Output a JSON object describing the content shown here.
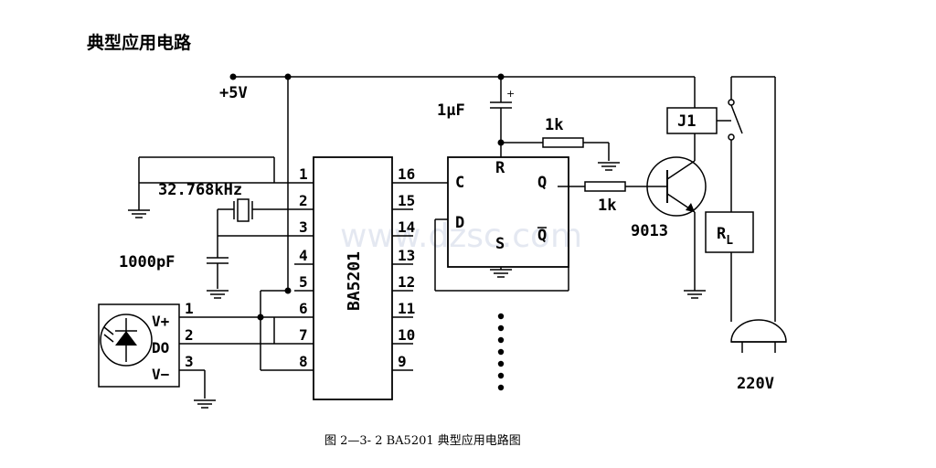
{
  "title": "典型应用电路",
  "caption": "图 2—3- 2   BA5201 典型应用电路图",
  "watermark": "www.dzsc.com",
  "supply": {
    "label": "+5V"
  },
  "ic": {
    "name": "BA5201",
    "left_pins": [
      "1",
      "2",
      "3",
      "4",
      "5",
      "6",
      "7",
      "8"
    ],
    "right_pins": [
      "16",
      "15",
      "14",
      "13",
      "12",
      "11",
      "10",
      "9"
    ]
  },
  "crystal": {
    "label": "32.768kHz"
  },
  "cap_1000": {
    "label": "1000pF"
  },
  "sensor": {
    "pins": [
      "V+",
      "DO",
      "V−"
    ],
    "pin_numbers": [
      "1",
      "2",
      "3"
    ]
  },
  "capacitor": {
    "label": "1μF"
  },
  "flipflop": {
    "pins": {
      "c": "C",
      "r": "R",
      "q": "Q",
      "d": "D",
      "s": "S",
      "qbar": "Q"
    }
  },
  "resistor_r": {
    "label": "1k"
  },
  "resistor_q": {
    "label": "1k"
  },
  "transistor": {
    "label": "9013"
  },
  "relay": {
    "label": "J1"
  },
  "load": {
    "label": "R",
    "sub": "L"
  },
  "mains": {
    "label": "220V"
  }
}
